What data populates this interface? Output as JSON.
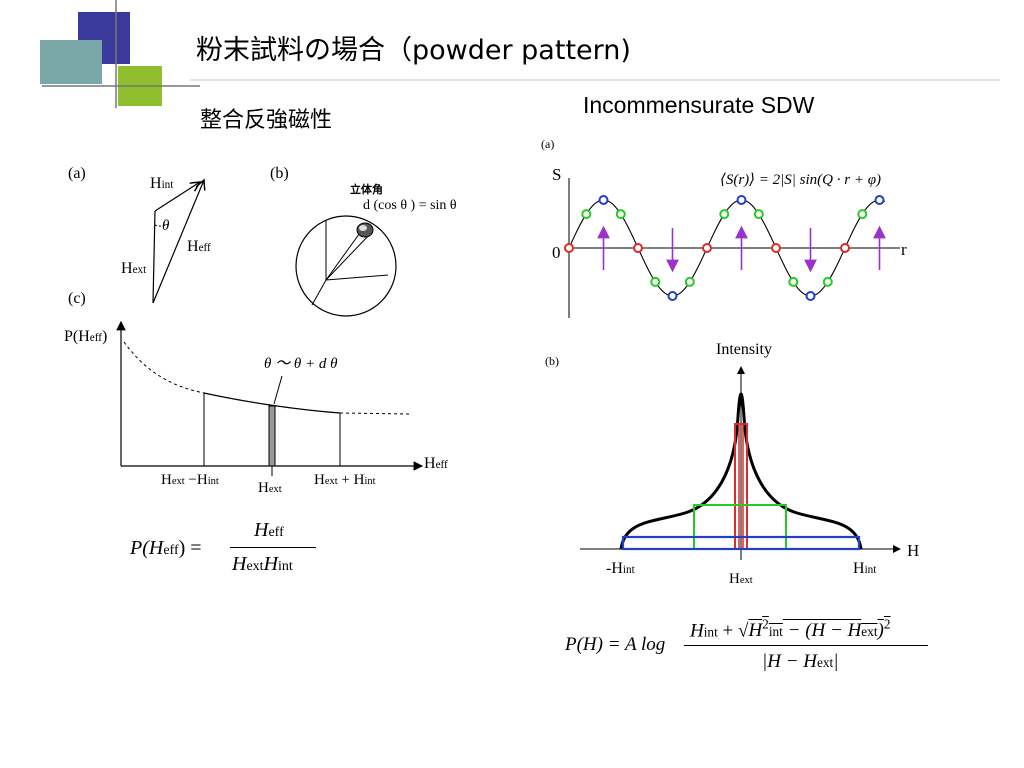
{
  "slide": {
    "title": "粉末試料の場合（powder pattern)",
    "left_heading": "整合反強磁性",
    "right_heading": "Incommensurate SDW"
  },
  "colors": {
    "deco_blue": "#3a3a9c",
    "deco_teal": "#7aa7a7",
    "deco_green": "#8fbf2f",
    "title_rule": "#bbbbbb",
    "red": "#dd2a2a",
    "green": "#22cc22",
    "blue": "#1f3fcc",
    "purple": "#9933cc"
  },
  "fig_a": {
    "label": "(a)",
    "h_int": "H",
    "h_int_sub": "int",
    "h_eff": "H",
    "h_eff_sub": "eff",
    "h_ext": "H",
    "h_ext_sub": "ext",
    "theta": "θ"
  },
  "fig_b": {
    "label": "(b)",
    "solid_angle_label": "立体角",
    "formula": "d (cos θ ) = sin θ"
  },
  "fig_c": {
    "label": "(c)",
    "y_label": "P(H",
    "y_label_sub": "eff",
    "y_label_close": ")",
    "x_label": "H",
    "x_label_sub": "eff",
    "range_label": "θ 〜 θ + d θ",
    "tick_left": "H",
    "tick_left_sub": "ext",
    "tick_left_minus": " −H",
    "tick_left_sub2": "int",
    "tick_mid": "H",
    "tick_mid_sub": "ext",
    "tick_right": "H",
    "tick_right_sub": "ext",
    "tick_right_plus": " + H",
    "tick_right_sub2": "int",
    "formula_lhs": "P(H",
    "formula_lhs_sub": "eff",
    "formula_lhs_close": ") =",
    "formula_num": "H",
    "formula_num_sub": "eff",
    "formula_den": "H",
    "formula_den_sub1": "ext",
    "formula_den2": "H",
    "formula_den_sub2": "int"
  },
  "sdw_a": {
    "label": "(a)",
    "y_label": "S",
    "zero_label": "0",
    "x_label": "r",
    "formula": "⟨S(r)⟩ = 2|S| sin(Q · r + φ)"
  },
  "sdw_b": {
    "label": "(b)",
    "y_label": "Intensity",
    "x_label": "H",
    "left_tick": "-H",
    "left_tick_sub": "int",
    "mid_tick": "H",
    "mid_tick_sub": "ext",
    "right_tick": "H",
    "right_tick_sub": "int",
    "formula_lhs": "P(H) = A log",
    "formula_num": "H",
    "formula_num_sub": "int",
    "formula_num_plus": "+",
    "formula_sqrt_h": "H",
    "formula_sqrt_sup": "2",
    "formula_sqrt_sub": "int",
    "formula_sqrt_rest": "− (H − H",
    "formula_sqrt_rest_sub": "ext",
    "formula_sqrt_close": ")",
    "formula_sqrt_close_sup": "2",
    "formula_den": "|H − H",
    "formula_den_sub": "ext",
    "formula_den_close": "|"
  }
}
